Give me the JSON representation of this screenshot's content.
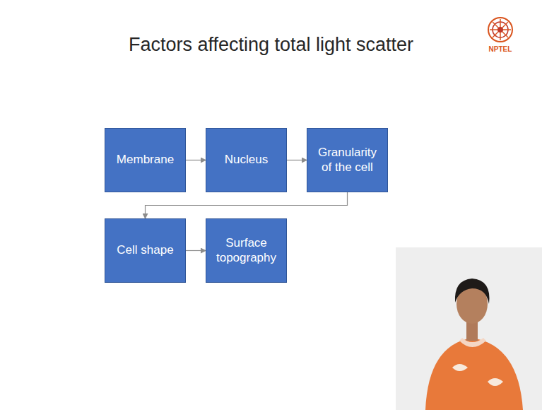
{
  "diagram": {
    "title": "Factors affecting total light scatter",
    "nodes": [
      {
        "text": [
          "Membrane"
        ]
      },
      {
        "text": [
          "Nucleus"
        ]
      },
      {
        "text": [
          "Granularity of the cell"
        ]
      },
      {
        "text": [
          "Cell shape"
        ]
      },
      {
        "text": [
          "Surface topography"
        ]
      }
    ],
    "edges": [
      {
        "from": 0,
        "to": 1,
        "arrow": "to"
      },
      {
        "from": 1,
        "to": 2,
        "arrow": "to"
      },
      {
        "from": 2,
        "to": 3,
        "arrow": "to"
      },
      {
        "from": 3,
        "to": 4,
        "arrow": "to"
      }
    ],
    "labels": [
      "NPTEL"
    ]
  }
}
